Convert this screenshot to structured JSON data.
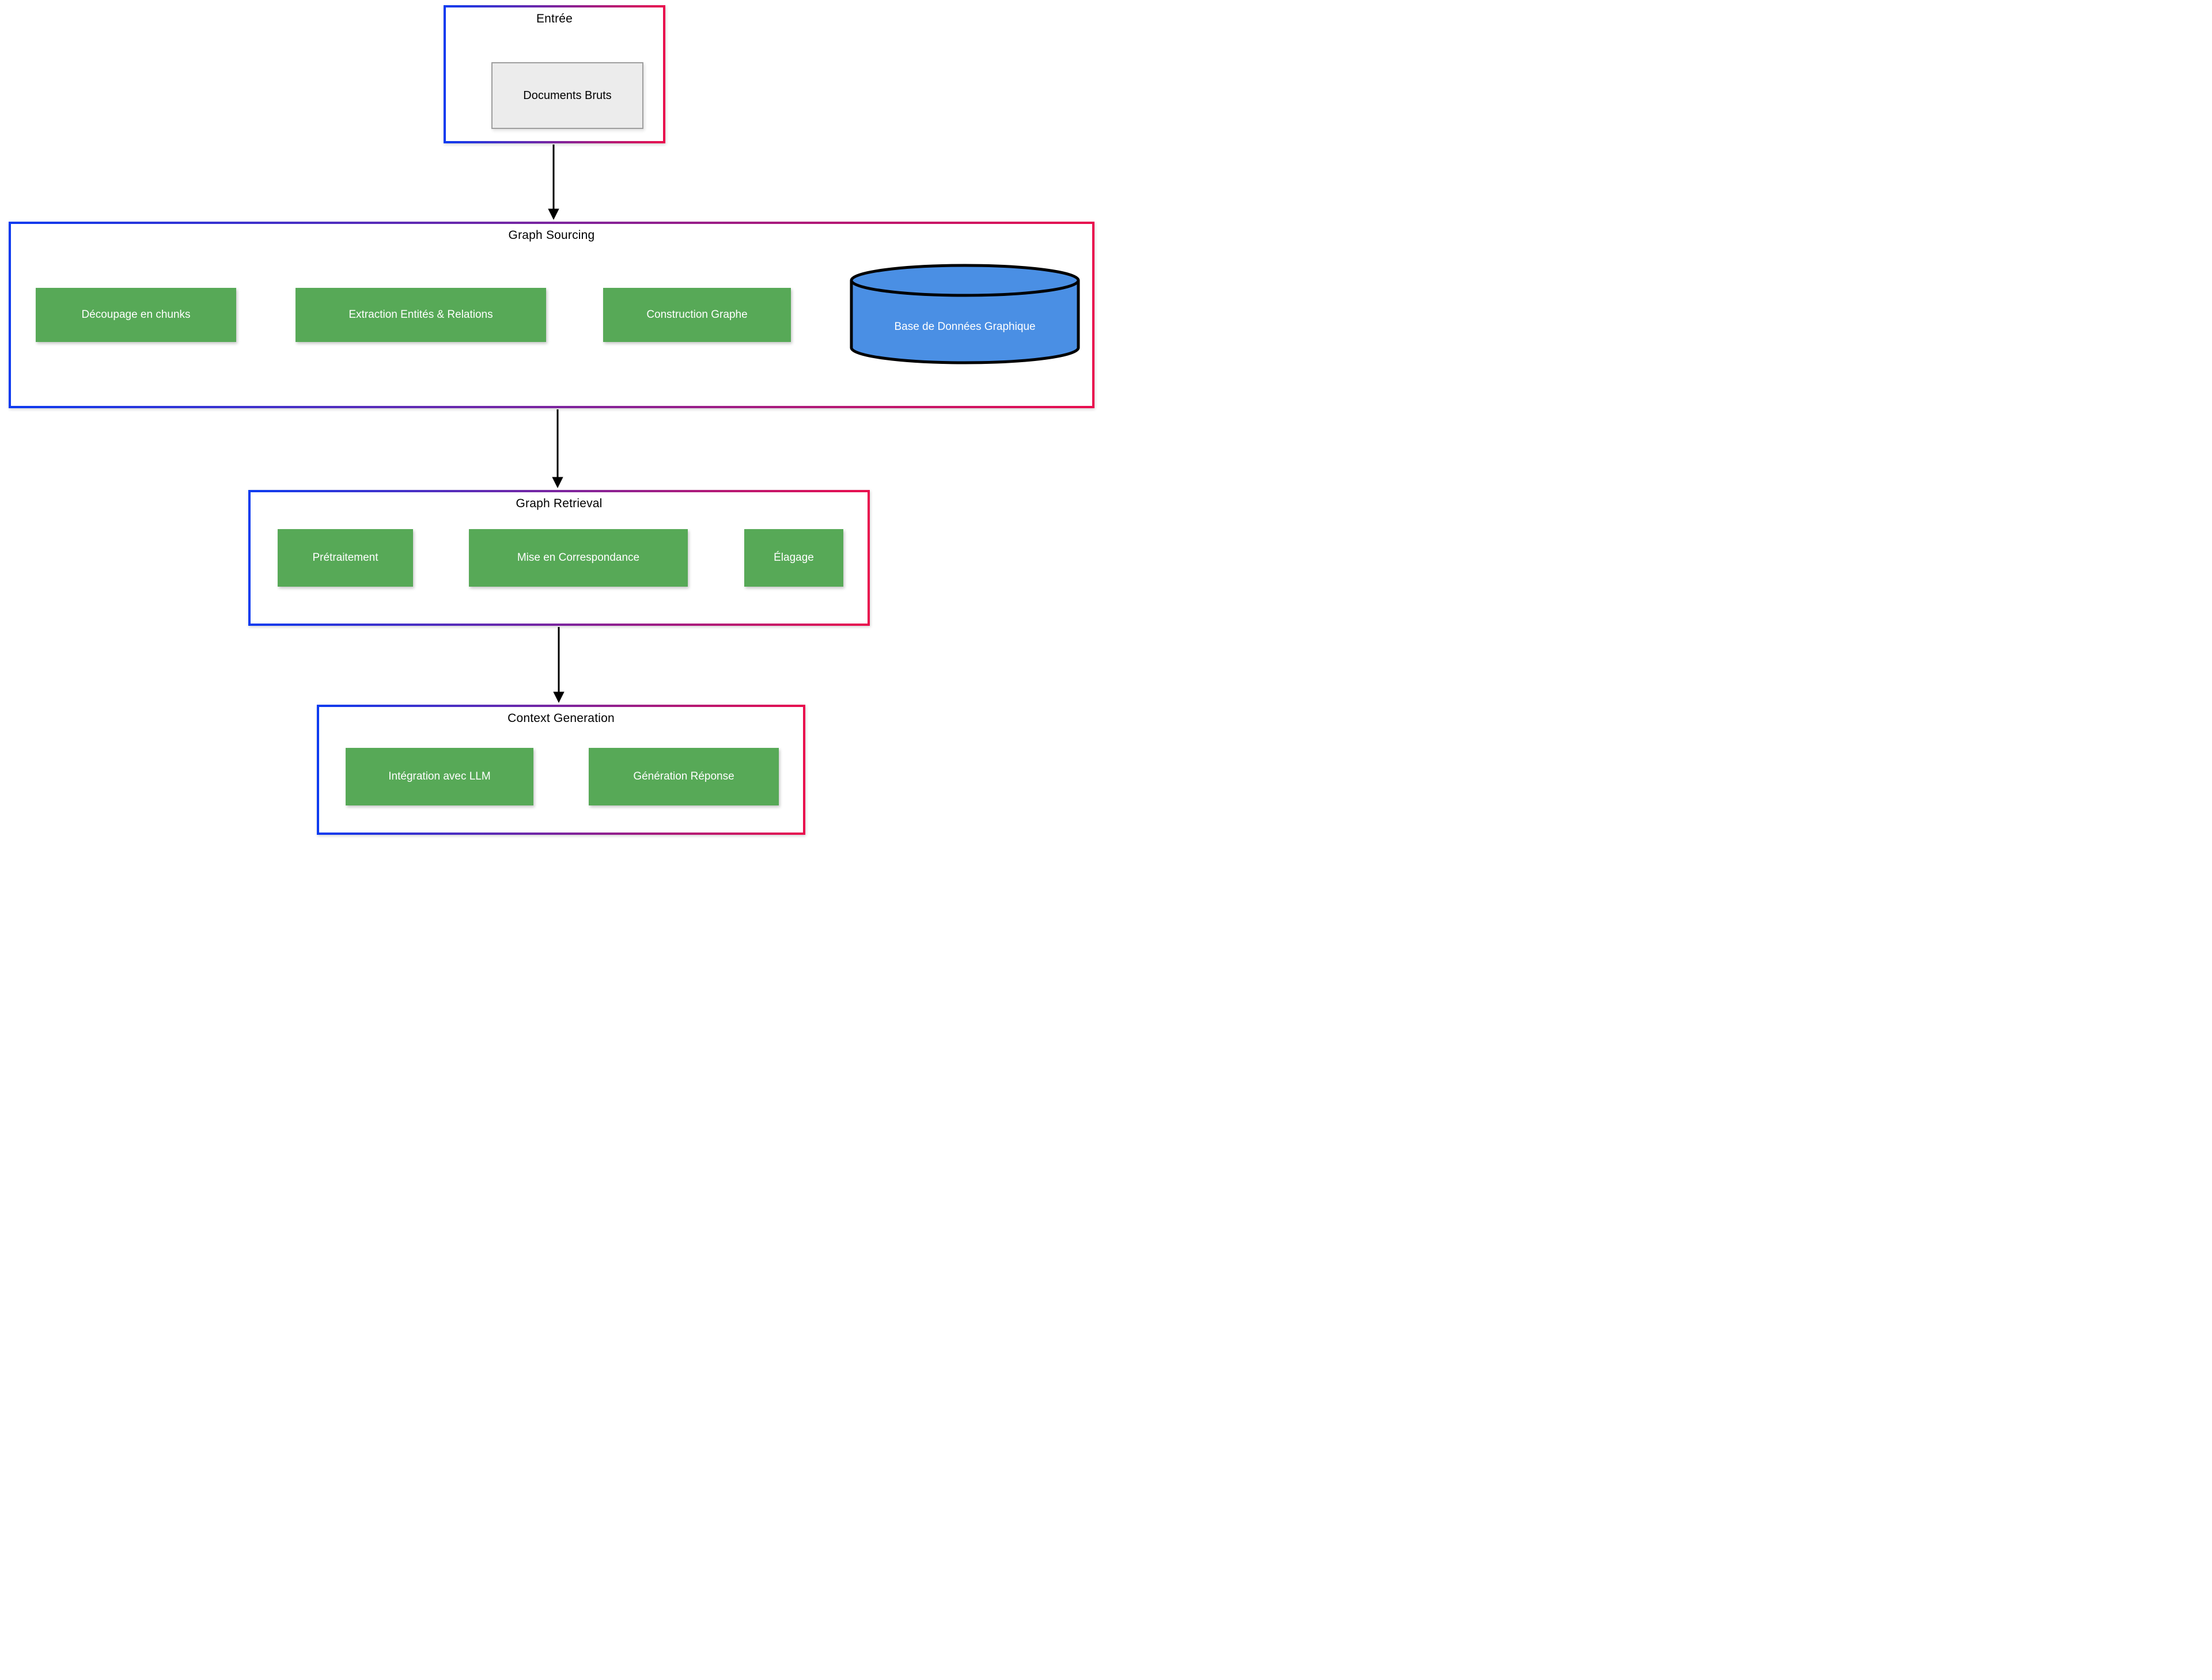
{
  "diagram_type": "flowchart",
  "groups": {
    "entree": {
      "title": "Entrée",
      "nodes": [
        {
          "label": "Documents Bruts",
          "shape": "rectangle",
          "style": "gray-input"
        }
      ]
    },
    "graph_sourcing": {
      "title": "Graph Sourcing",
      "nodes": [
        {
          "label": "Découpage en chunks",
          "shape": "rectangle",
          "style": "green-process"
        },
        {
          "label": "Extraction Entités & Relations",
          "shape": "rectangle",
          "style": "green-process"
        },
        {
          "label": "Construction Graphe",
          "shape": "rectangle",
          "style": "green-process"
        },
        {
          "label": "Base de Données Graphique",
          "shape": "cylinder",
          "style": "blue-database"
        }
      ]
    },
    "graph_retrieval": {
      "title": "Graph Retrieval",
      "nodes": [
        {
          "label": "Prétraitement",
          "shape": "rectangle",
          "style": "green-process"
        },
        {
          "label": "Mise en Correspondance",
          "shape": "rectangle",
          "style": "green-process"
        },
        {
          "label": "Élagage",
          "shape": "rectangle",
          "style": "green-process"
        }
      ]
    },
    "context_generation": {
      "title": "Context Generation",
      "nodes": [
        {
          "label": "Intégration avec LLM",
          "shape": "rectangle",
          "style": "green-process"
        },
        {
          "label": "Génération Réponse",
          "shape": "rectangle",
          "style": "green-process"
        }
      ]
    }
  },
  "edges": [
    {
      "from": "Entrée",
      "to": "Graph Sourcing"
    },
    {
      "from": "Découpage en chunks",
      "to": "Extraction Entités & Relations"
    },
    {
      "from": "Extraction Entités & Relations",
      "to": "Construction Graphe"
    },
    {
      "from": "Construction Graphe",
      "to": "Base de Données Graphique"
    },
    {
      "from": "Graph Sourcing",
      "to": "Graph Retrieval"
    },
    {
      "from": "Prétraitement",
      "to": "Mise en Correspondance"
    },
    {
      "from": "Mise en Correspondance",
      "to": "Élagage"
    },
    {
      "from": "Graph Retrieval",
      "to": "Context Generation"
    },
    {
      "from": "Intégration avec LLM",
      "to": "Génération Réponse"
    }
  ],
  "colors": {
    "gradient_left": "#0d3bf0",
    "gradient_right": "#e90d4e",
    "node_fill": "#57a957",
    "node_text": "#ffffff",
    "cylinder_fill": "#4a8fe4",
    "cylinder_stroke": "#000000",
    "input_fill": "#ececec",
    "input_border": "#9e9e9e",
    "arrow": "#000000"
  }
}
